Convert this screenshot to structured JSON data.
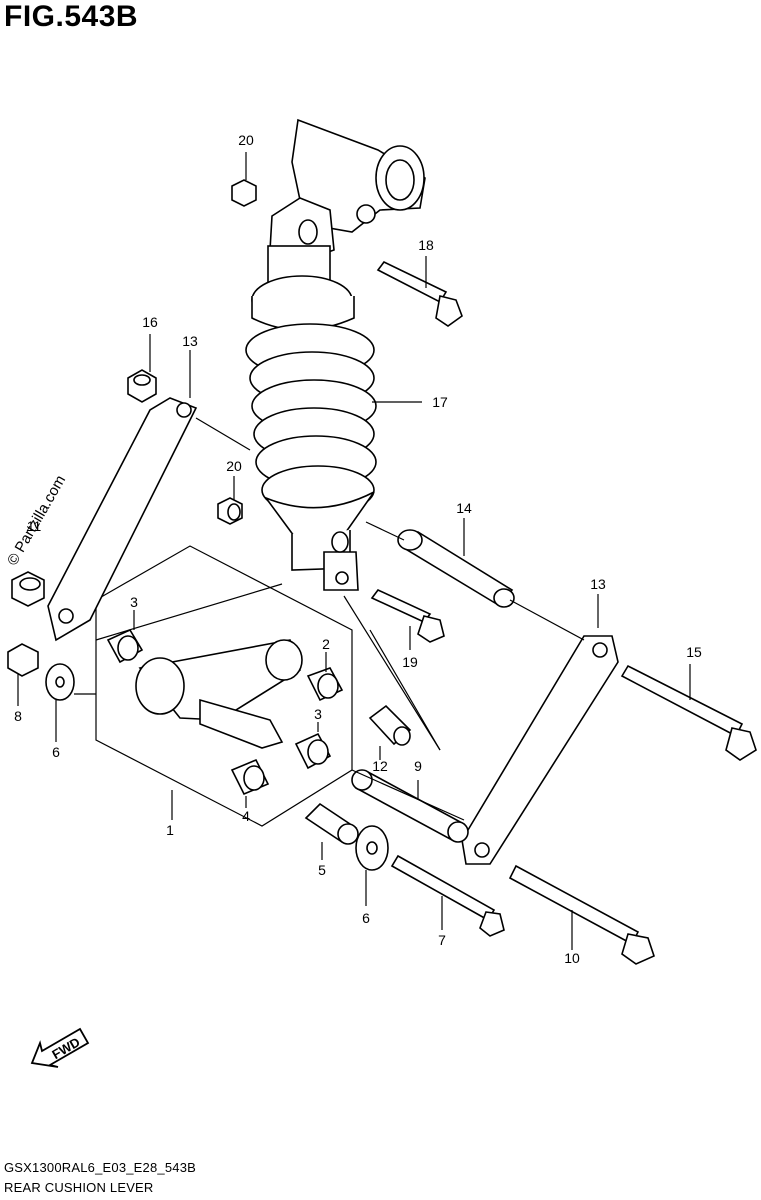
{
  "figure": {
    "title": "FIG.543B"
  },
  "watermark": {
    "text": "© Partzilla.com"
  },
  "fwd_badge": {
    "label": "FWD"
  },
  "footer": {
    "model_code": "GSX1300RAL6_E03_E28_543B",
    "group_name": "REAR CUSHION LEVER"
  },
  "callouts": [
    {
      "id": "c20a",
      "label": "20"
    },
    {
      "id": "c18",
      "label": "18"
    },
    {
      "id": "c16",
      "label": "16"
    },
    {
      "id": "c13a",
      "label": "13"
    },
    {
      "id": "c17",
      "label": "17"
    },
    {
      "id": "c20b",
      "label": "20"
    },
    {
      "id": "c11",
      "label": "11"
    },
    {
      "id": "c14",
      "label": "14"
    },
    {
      "id": "c13b",
      "label": "13"
    },
    {
      "id": "c3a",
      "label": "3"
    },
    {
      "id": "c2",
      "label": "2"
    },
    {
      "id": "c15",
      "label": "15"
    },
    {
      "id": "c19",
      "label": "19"
    },
    {
      "id": "c8",
      "label": "8"
    },
    {
      "id": "c6a",
      "label": "6"
    },
    {
      "id": "c3b",
      "label": "3"
    },
    {
      "id": "c12",
      "label": "12"
    },
    {
      "id": "c9",
      "label": "9"
    },
    {
      "id": "c1",
      "label": "1"
    },
    {
      "id": "c4",
      "label": "4"
    },
    {
      "id": "c5",
      "label": "5"
    },
    {
      "id": "c6b",
      "label": "6"
    },
    {
      "id": "c7",
      "label": "7"
    },
    {
      "id": "c10",
      "label": "10"
    }
  ]
}
